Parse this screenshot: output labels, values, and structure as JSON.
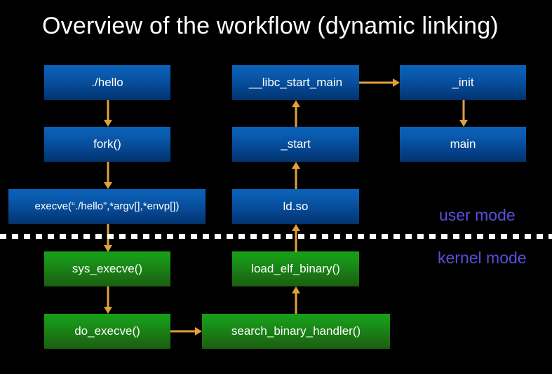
{
  "slide": {
    "title": "Overview of the workflow (dynamic linking)",
    "background_color": "#000000",
    "title_color": "#ffffff"
  },
  "palette": {
    "user_node": "#0a5cb0",
    "kernel_node": "#189618",
    "arrow": "#e0a13a",
    "mode_label": "#5a4fdb",
    "divider": "#ffffff"
  },
  "mode_labels": {
    "user": "user mode",
    "kernel": "kernel mode"
  },
  "nodes": {
    "hello": "./hello",
    "fork": "fork()",
    "execve": "execve(“./hello”,*argv[],*envp[])",
    "libc_start_main": "__libc_start_main",
    "start": "_start",
    "ldso": "ld.so",
    "init": "_init",
    "main": "main",
    "sys_execve": "sys_execve()",
    "do_execve": "do_execve()",
    "load_elf_binary": "load_elf_binary()",
    "search_binary_handler": "search_binary_handler()"
  }
}
